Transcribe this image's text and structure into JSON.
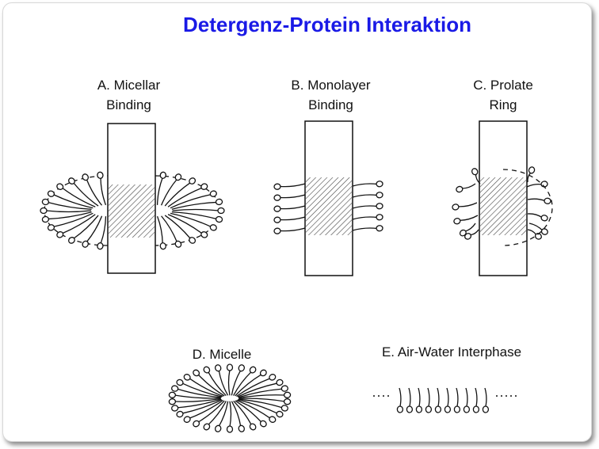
{
  "title": "Detergenz-Protein Interaktion",
  "panels": {
    "a": {
      "line1": "A. Micellar",
      "line2": "Binding"
    },
    "b": {
      "line1": "B. Monolayer",
      "line2": "Binding"
    },
    "c": {
      "line1": "C. Prolate",
      "line2": "Ring"
    },
    "d": {
      "label": "D. Micelle"
    },
    "e": {
      "label": "E. Air-Water Interphase"
    }
  }
}
